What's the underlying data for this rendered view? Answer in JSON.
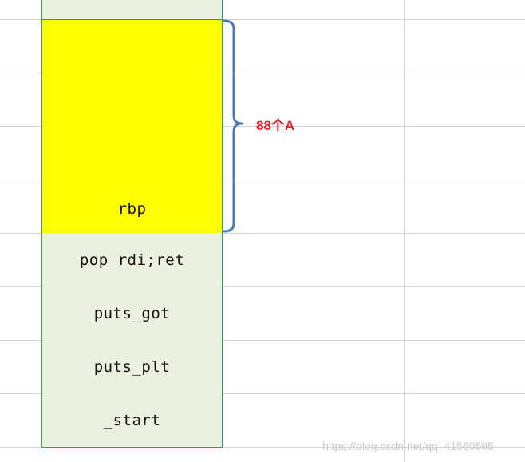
{
  "stack": {
    "cells": [
      {
        "label": "",
        "fill": "pale"
      },
      {
        "label": "",
        "fill": "yellow"
      },
      {
        "label": "",
        "fill": "yellow"
      },
      {
        "label": "rbp",
        "fill": "yellow"
      },
      {
        "label": "pop rdi;ret",
        "fill": "pale"
      },
      {
        "label": "puts_got",
        "fill": "pale"
      },
      {
        "label": "puts_plt",
        "fill": "pale"
      },
      {
        "label": "_start",
        "fill": "pale"
      }
    ]
  },
  "brace": {
    "label": "88个A",
    "color": "#4a7ab8",
    "label_color": "#e8202a"
  },
  "watermark": {
    "text": "https://blog.csdn.net/qq_41560595"
  },
  "colors": {
    "yellow": "#ffff00",
    "pale": "#ebf1de",
    "cell_border": "#22a94a",
    "grid": "#d4d4d4"
  }
}
